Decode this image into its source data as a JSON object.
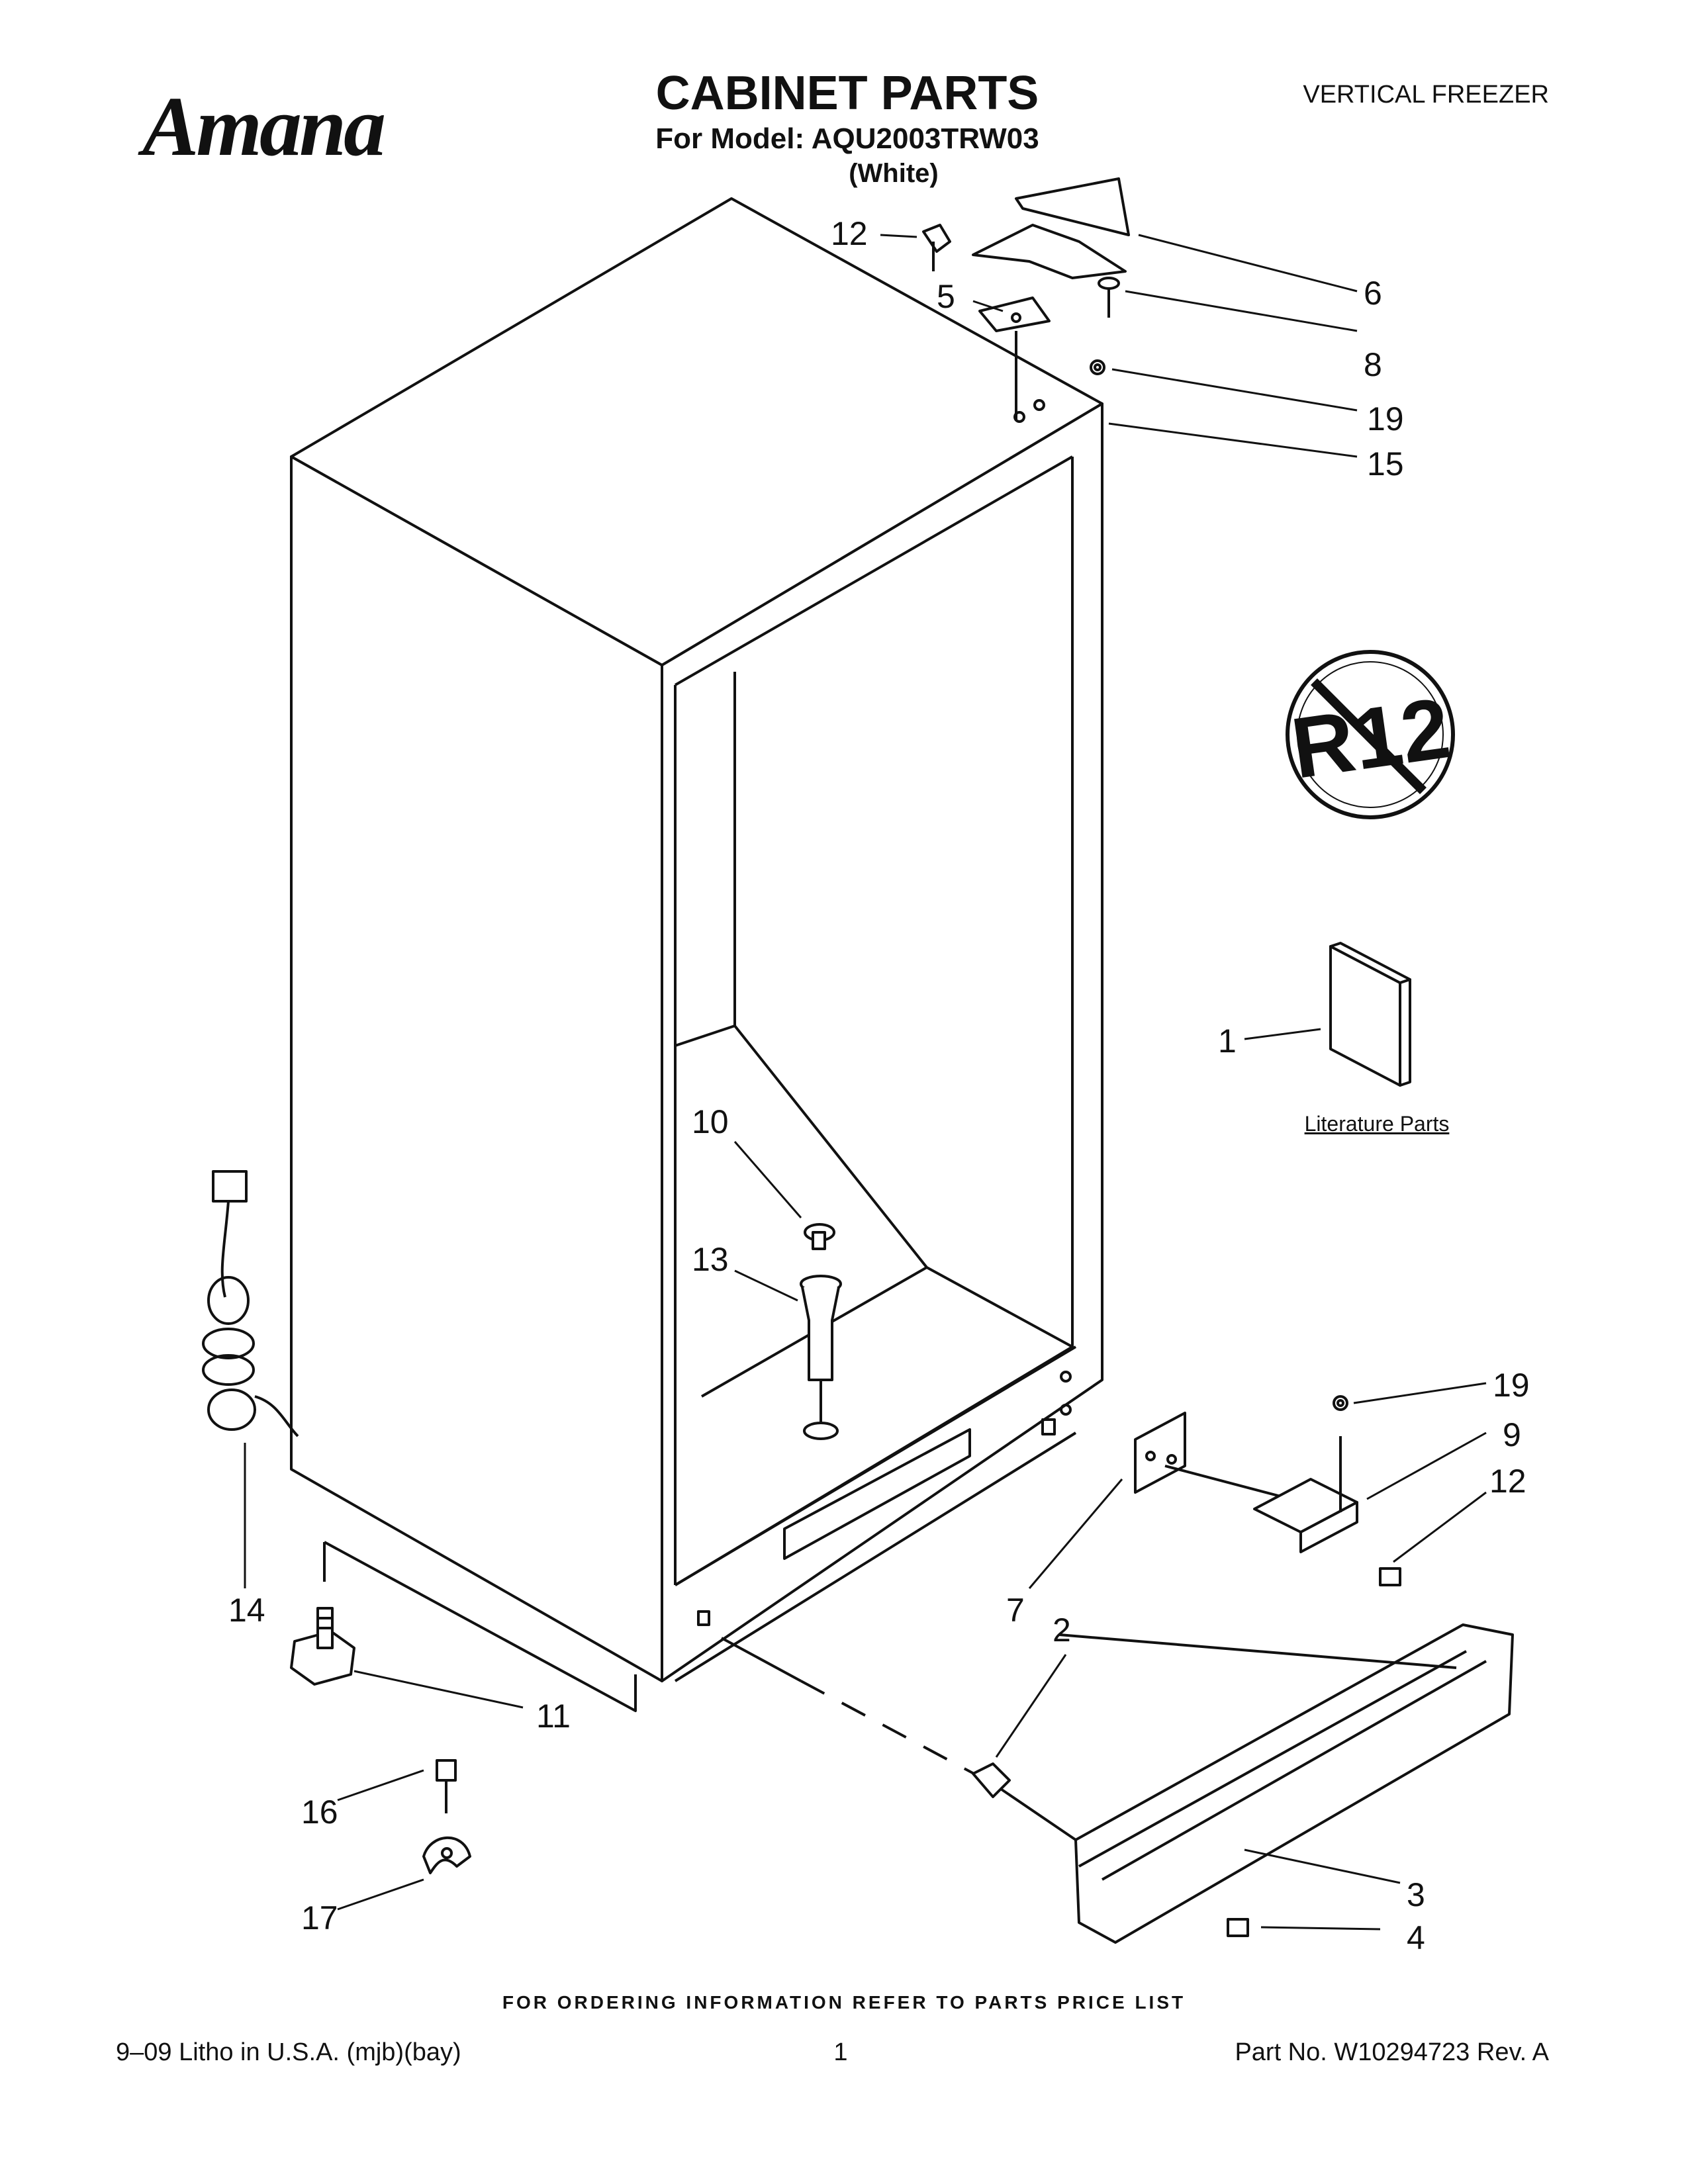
{
  "header": {
    "brand": "Amana",
    "title": "CABINET PARTS",
    "model_line": "For Model: AQU2003TRW03",
    "color_line": "(White)",
    "product_type": "VERTICAL FREEZER"
  },
  "badge": {
    "text": "R12"
  },
  "literature_label": "Literature Parts",
  "callouts": {
    "c12a": "12",
    "c5": "5",
    "c6": "6",
    "c8": "8",
    "c19a": "19",
    "c15": "15",
    "c1": "1",
    "c10": "10",
    "c13": "13",
    "c14": "14",
    "c19b": "19",
    "c9": "9",
    "c12b": "12",
    "c7": "7",
    "c2": "2",
    "c11": "11",
    "c16": "16",
    "c17": "17",
    "c3": "3",
    "c4": "4"
  },
  "footer": {
    "ordering_note": "FOR ORDERING INFORMATION REFER TO PARTS PRICE LIST",
    "litho": "9–09 Litho in U.S.A. (mjb)(bay)",
    "page": "1",
    "part_no": "Part No. W10294723 Rev. A"
  }
}
